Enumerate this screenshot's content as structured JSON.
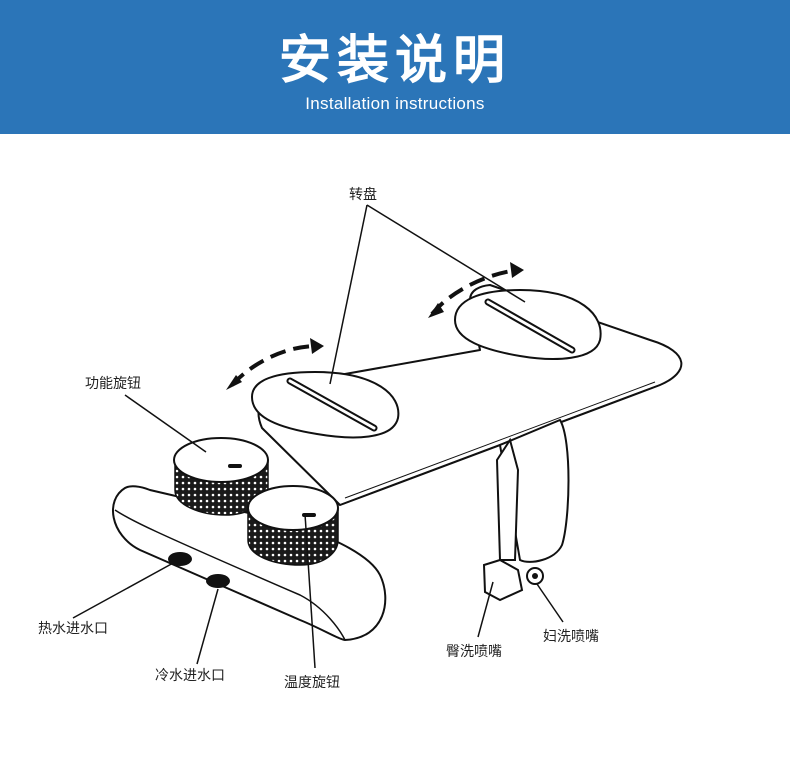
{
  "header": {
    "title": "安装说明",
    "subtitle": "Installation instructions",
    "background": "#2b75b8"
  },
  "labels": {
    "turntable": "转盘",
    "function_knob": "功能旋钮",
    "hot_inlet": "热水进水口",
    "cold_inlet": "冷水进水口",
    "temperature_knob": "温度旋钮",
    "hip_nozzle": "臀洗喷嘴",
    "feminine_nozzle": "妇洗喷嘴"
  }
}
